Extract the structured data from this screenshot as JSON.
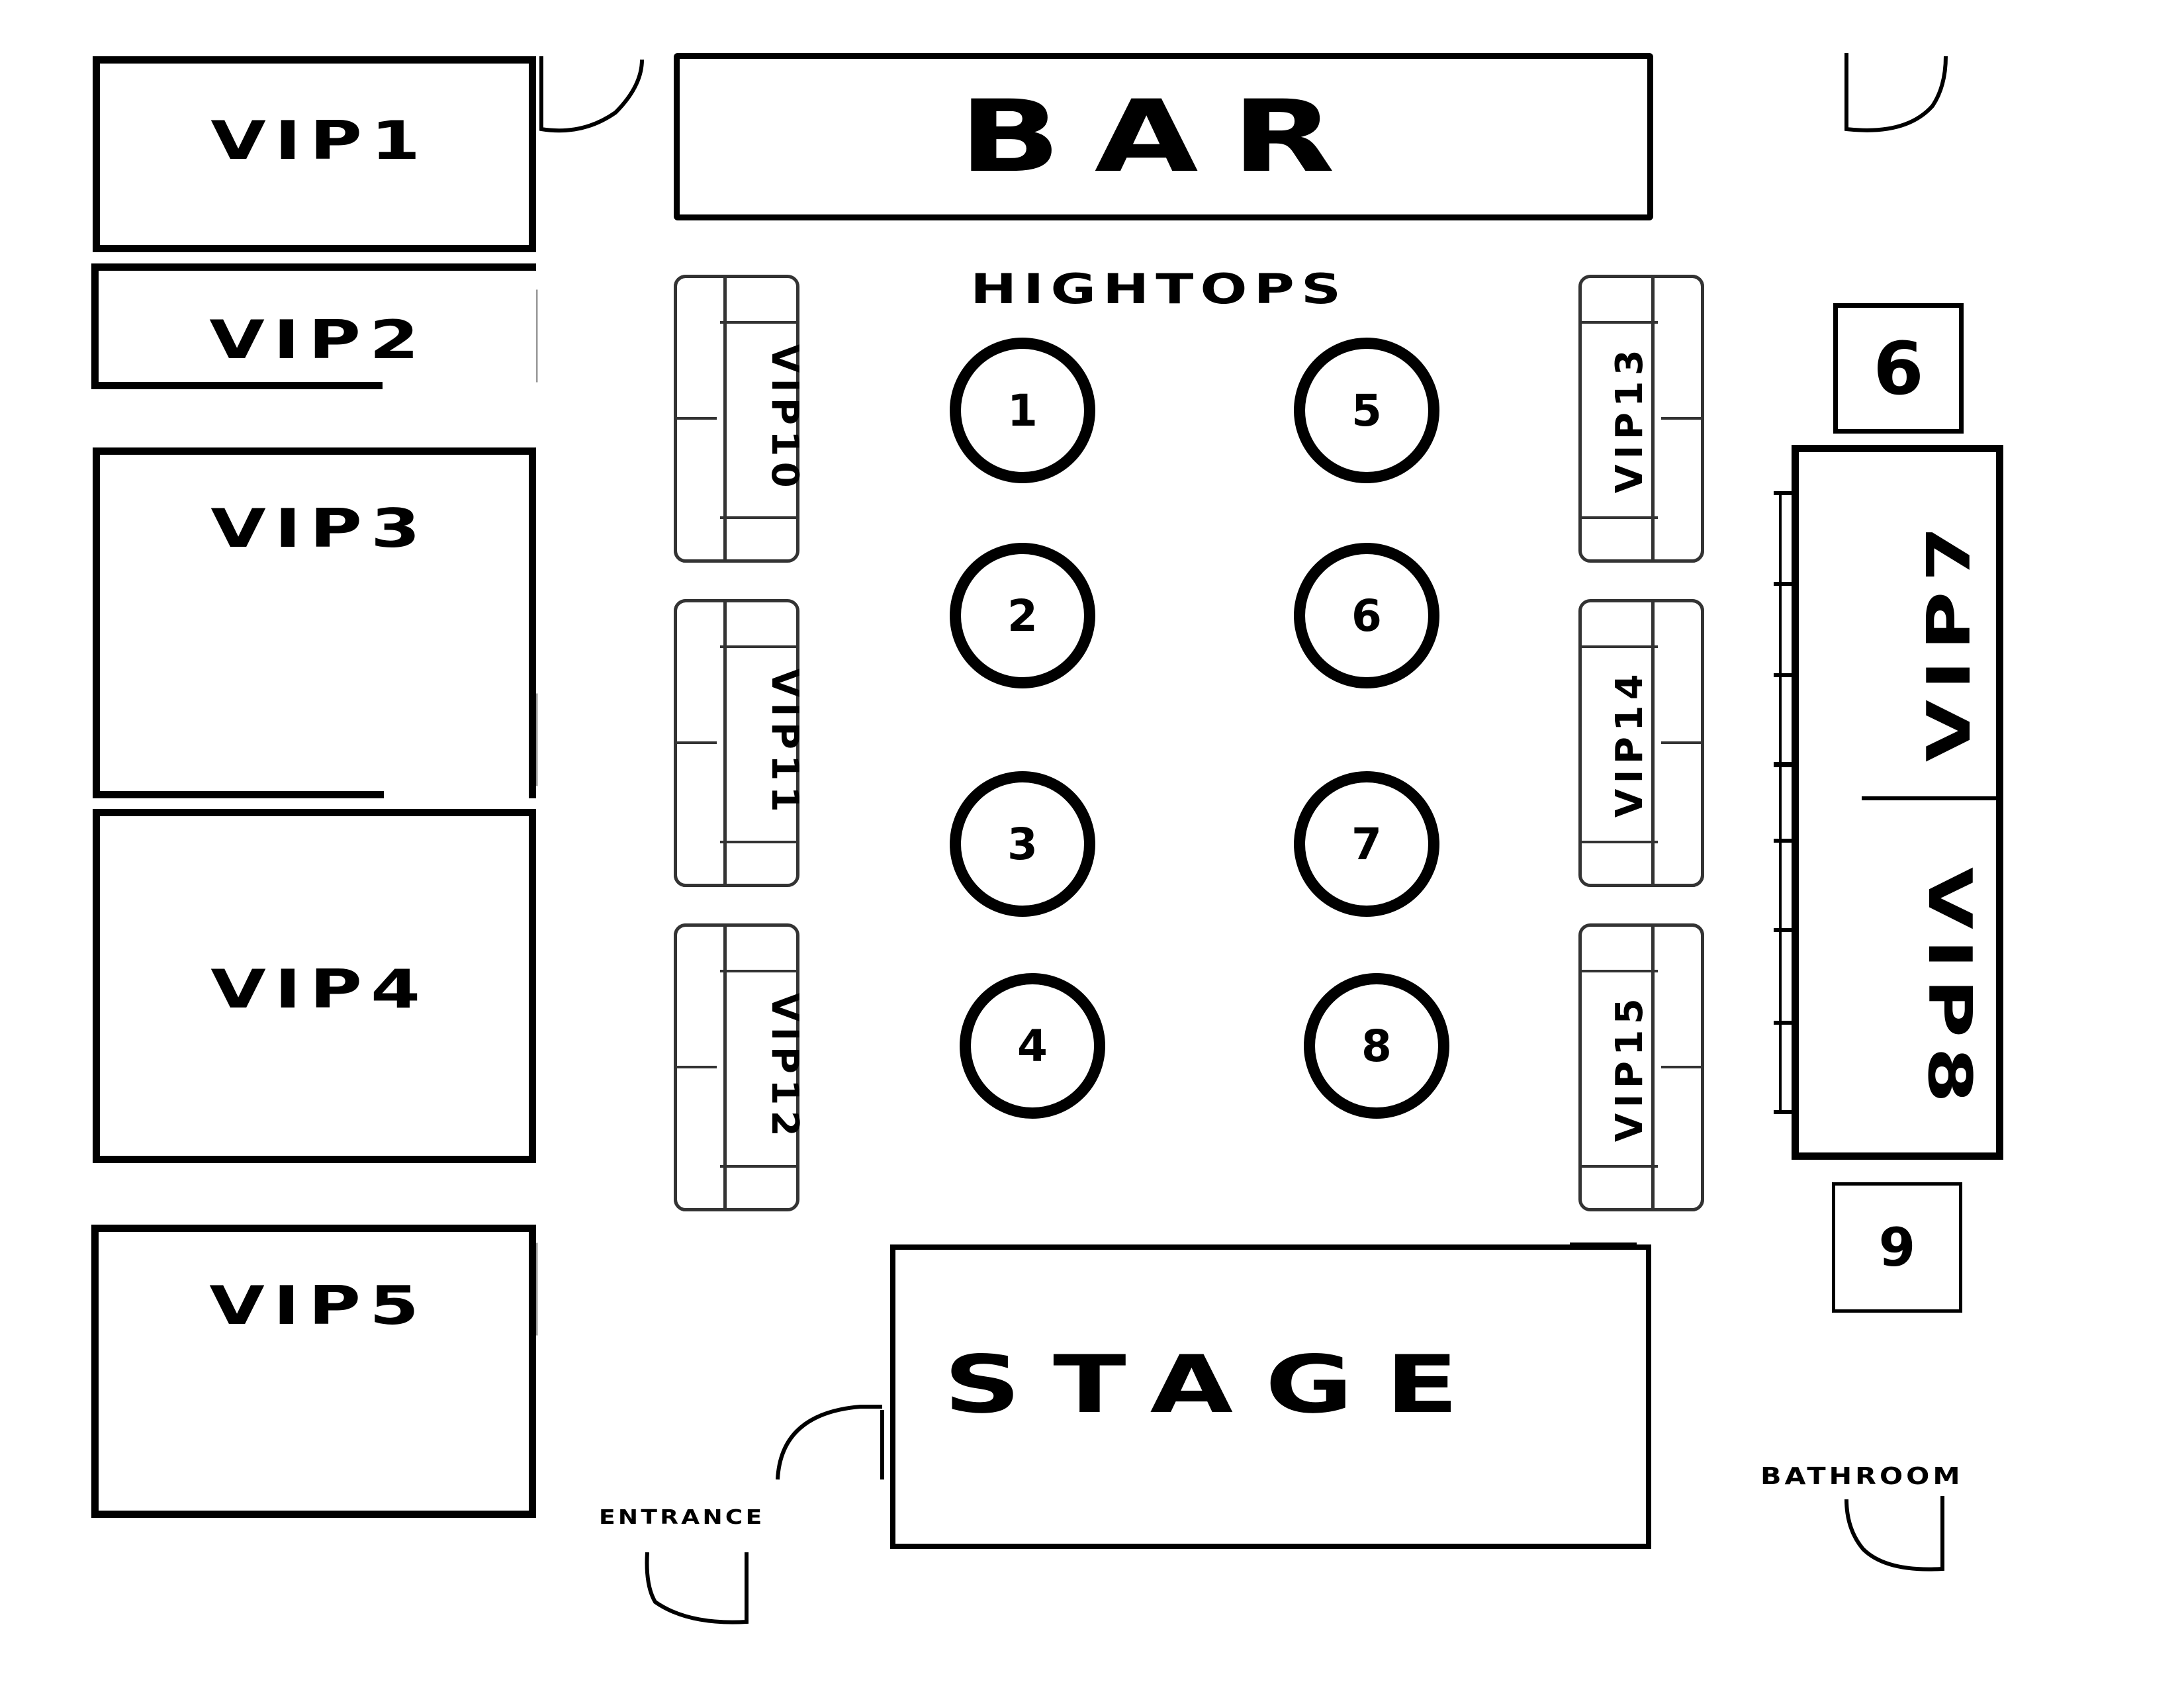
{
  "bar": {
    "label": "BAR"
  },
  "stage": {
    "label": "STAGE"
  },
  "hightops": {
    "title": "HIGHTOPS",
    "tables": [
      "1",
      "2",
      "3",
      "4",
      "5",
      "6",
      "7",
      "8"
    ]
  },
  "vip_rooms_left": [
    {
      "label": "VIP1"
    },
    {
      "label": "VIP2"
    },
    {
      "label": "VIP3"
    },
    {
      "label": "VIP4"
    },
    {
      "label": "VIP5"
    }
  ],
  "vip_right": [
    {
      "label": "VIP7"
    },
    {
      "label": "VIP8"
    }
  ],
  "sofas_left": [
    {
      "label": "VIP10"
    },
    {
      "label": "VIP11"
    },
    {
      "label": "VIP12"
    }
  ],
  "sofas_right": [
    {
      "label": "VIP13"
    },
    {
      "label": "VIP14"
    },
    {
      "label": "VIP15"
    }
  ],
  "booths_right": [
    {
      "label": "6"
    },
    {
      "label": "9"
    }
  ],
  "labels": {
    "entrance": "ENTRANCE",
    "bathroom": "BATHROOM"
  },
  "colors": {
    "ink": "#000000",
    "background": "#ffffff"
  }
}
